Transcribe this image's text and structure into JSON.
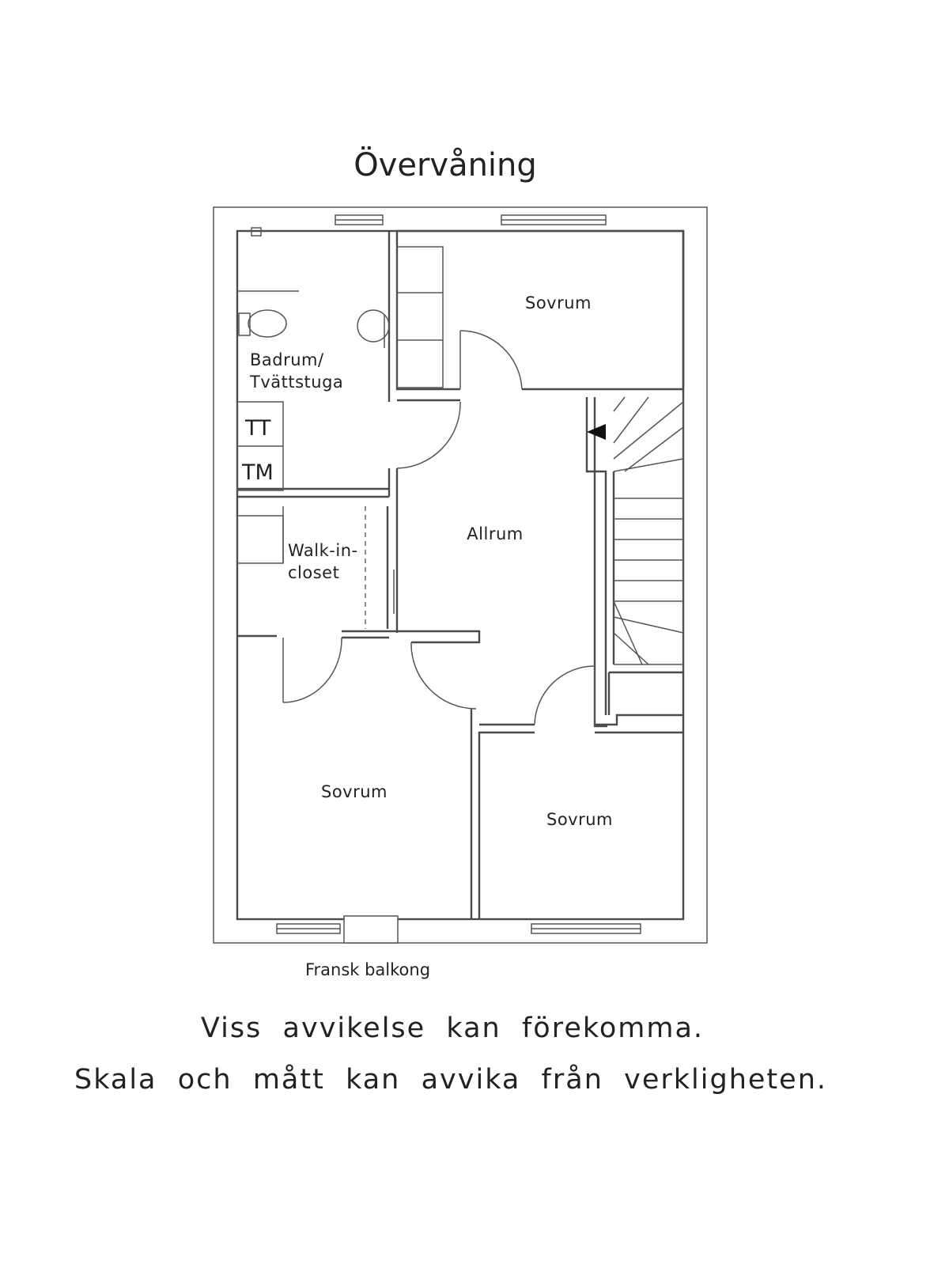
{
  "title": "Övervåning",
  "rooms": {
    "bedroom_top": "Sovrum",
    "bathroom_line1": "Badrum/",
    "bathroom_line2": "Tvättstuga",
    "dryer": "TT",
    "washer": "TM",
    "closet_line1": "Walk-in-",
    "closet_line2": "closet",
    "living": "Allrum",
    "bedroom_left": "Sovrum",
    "bedroom_right": "Sovrum"
  },
  "balcony_label": "Fransk balkong",
  "disclaimer": {
    "line1": "Viss  avvikelse  kan  förekomma.",
    "line2": "Skala  och  mått  kan  avvika  från  verkligheten."
  }
}
